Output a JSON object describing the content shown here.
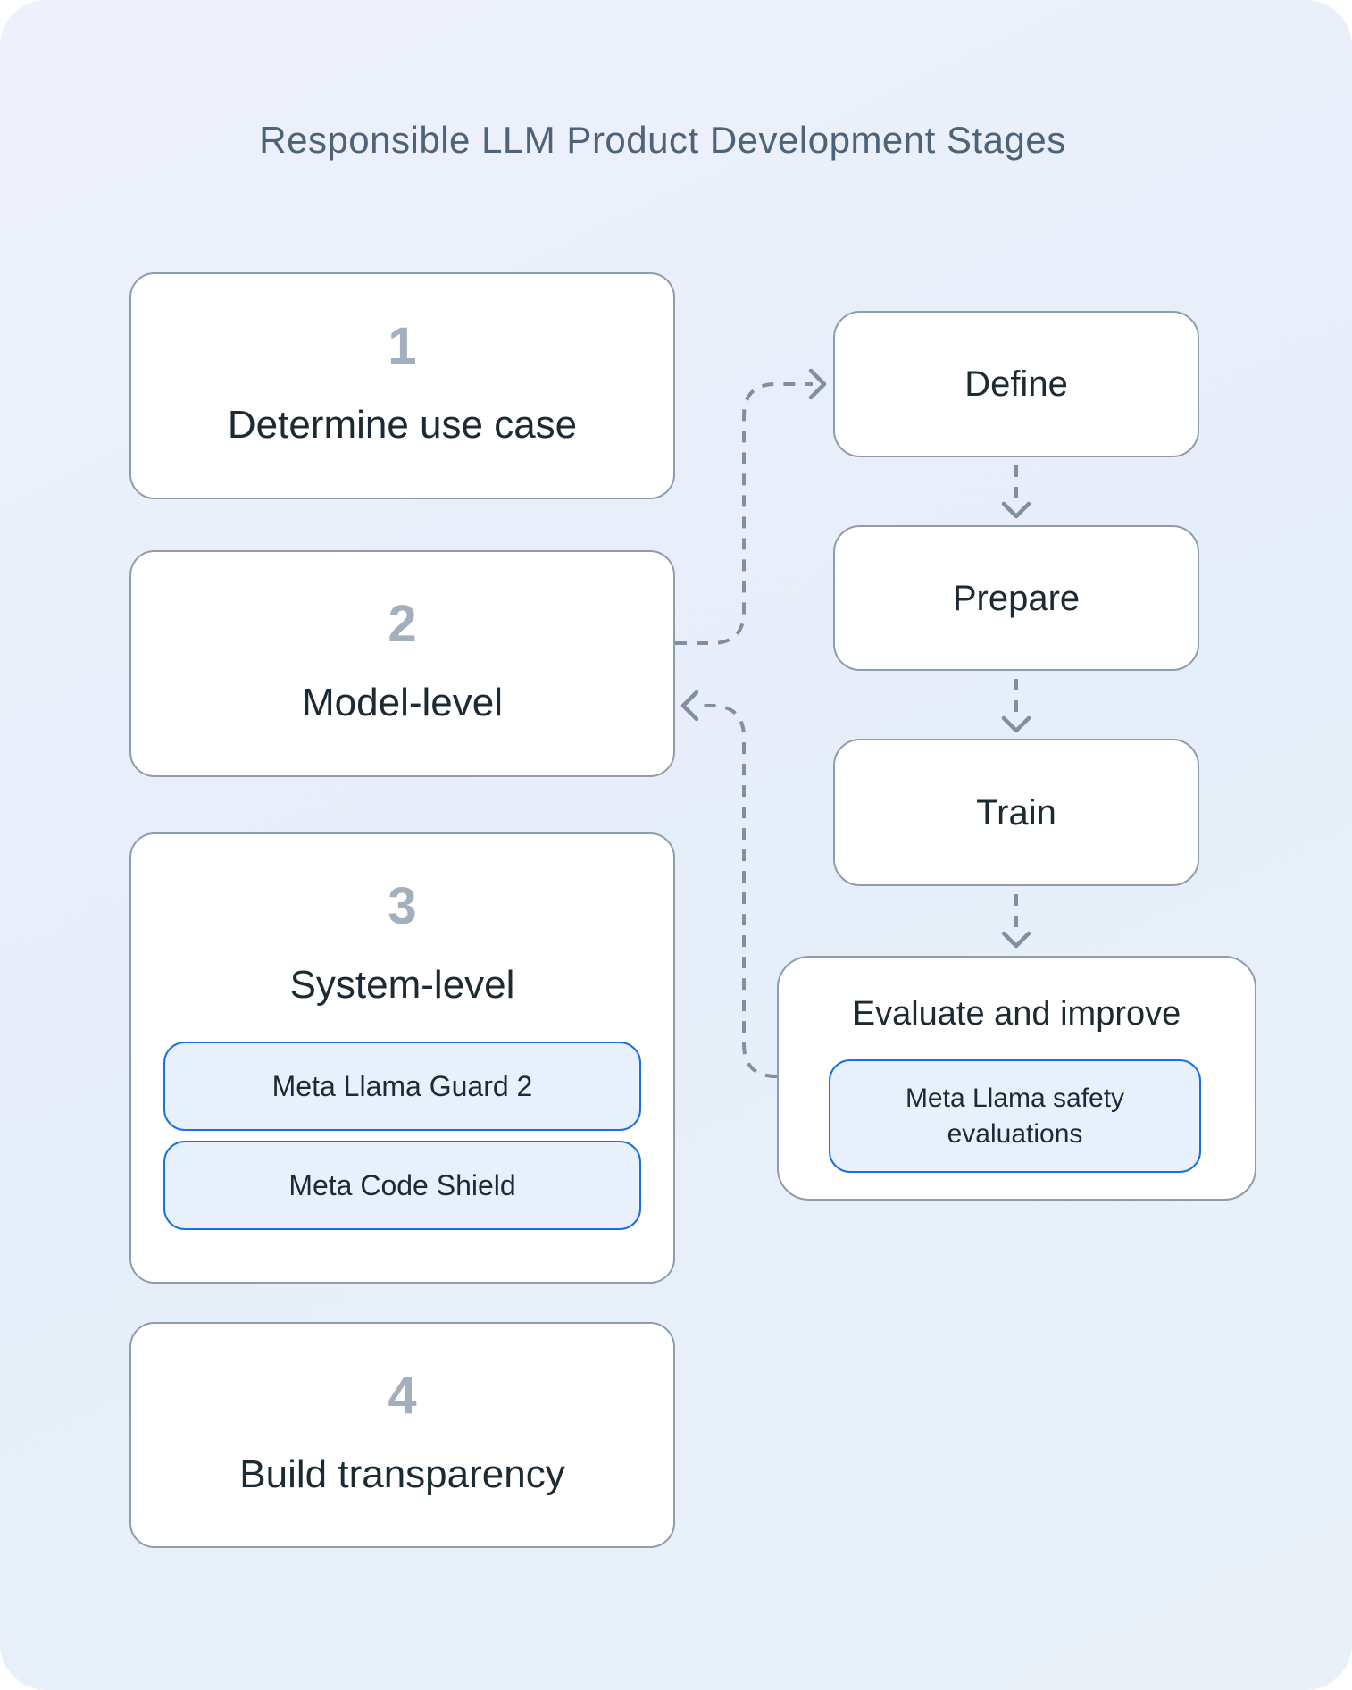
{
  "title": "Responsible LLM Product Development Stages",
  "stages": [
    {
      "number": "1",
      "label": "Determine use case"
    },
    {
      "number": "2",
      "label": "Model-level"
    },
    {
      "number": "3",
      "label": "System-level",
      "tools": [
        "Meta Llama Guard 2",
        "Meta Code Shield"
      ]
    },
    {
      "number": "4",
      "label": "Build transparency"
    }
  ],
  "flow": [
    {
      "label": "Define"
    },
    {
      "label": "Prepare"
    },
    {
      "label": "Train"
    },
    {
      "label": "Evaluate and improve",
      "tools": [
        "Meta Llama safety evaluations"
      ]
    }
  ],
  "colors": {
    "panel_gradient_start": "#EEF1FB",
    "panel_gradient_end": "#E9F1F7",
    "card_background": "#FFFFFF",
    "card_border": "#8E9DAC",
    "chip_background": "#E8F0FC",
    "chip_border": "#1B70E0",
    "connector": "#8090A1",
    "title_text": "#4E6378",
    "stage_number_text": "#A3AFBC",
    "label_text": "#1C2B33"
  }
}
